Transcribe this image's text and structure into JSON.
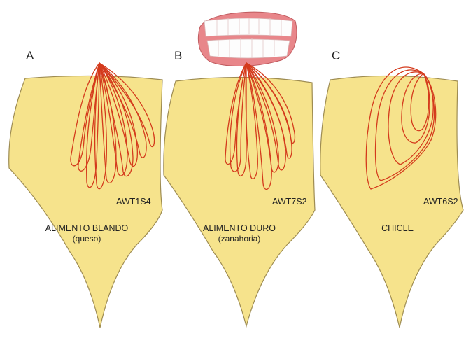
{
  "colors": {
    "shield_fill": "#f6e38c",
    "trace": "#d43a1c",
    "gum": "#e8868a",
    "teeth": "#ffffff"
  },
  "icons": [
    "teeth-icon"
  ],
  "panels": [
    {
      "letter": "A",
      "code": "AWT1S4",
      "food": "ALIMENTO BLANDO",
      "food_sub": "(queso)"
    },
    {
      "letter": "B",
      "code": "AWT7S2",
      "food": "ALIMENTO DURO",
      "food_sub": "(zanahoria)"
    },
    {
      "letter": "C",
      "code": "AWT6S2",
      "food": "CHICLE",
      "food_sub": ""
    }
  ]
}
